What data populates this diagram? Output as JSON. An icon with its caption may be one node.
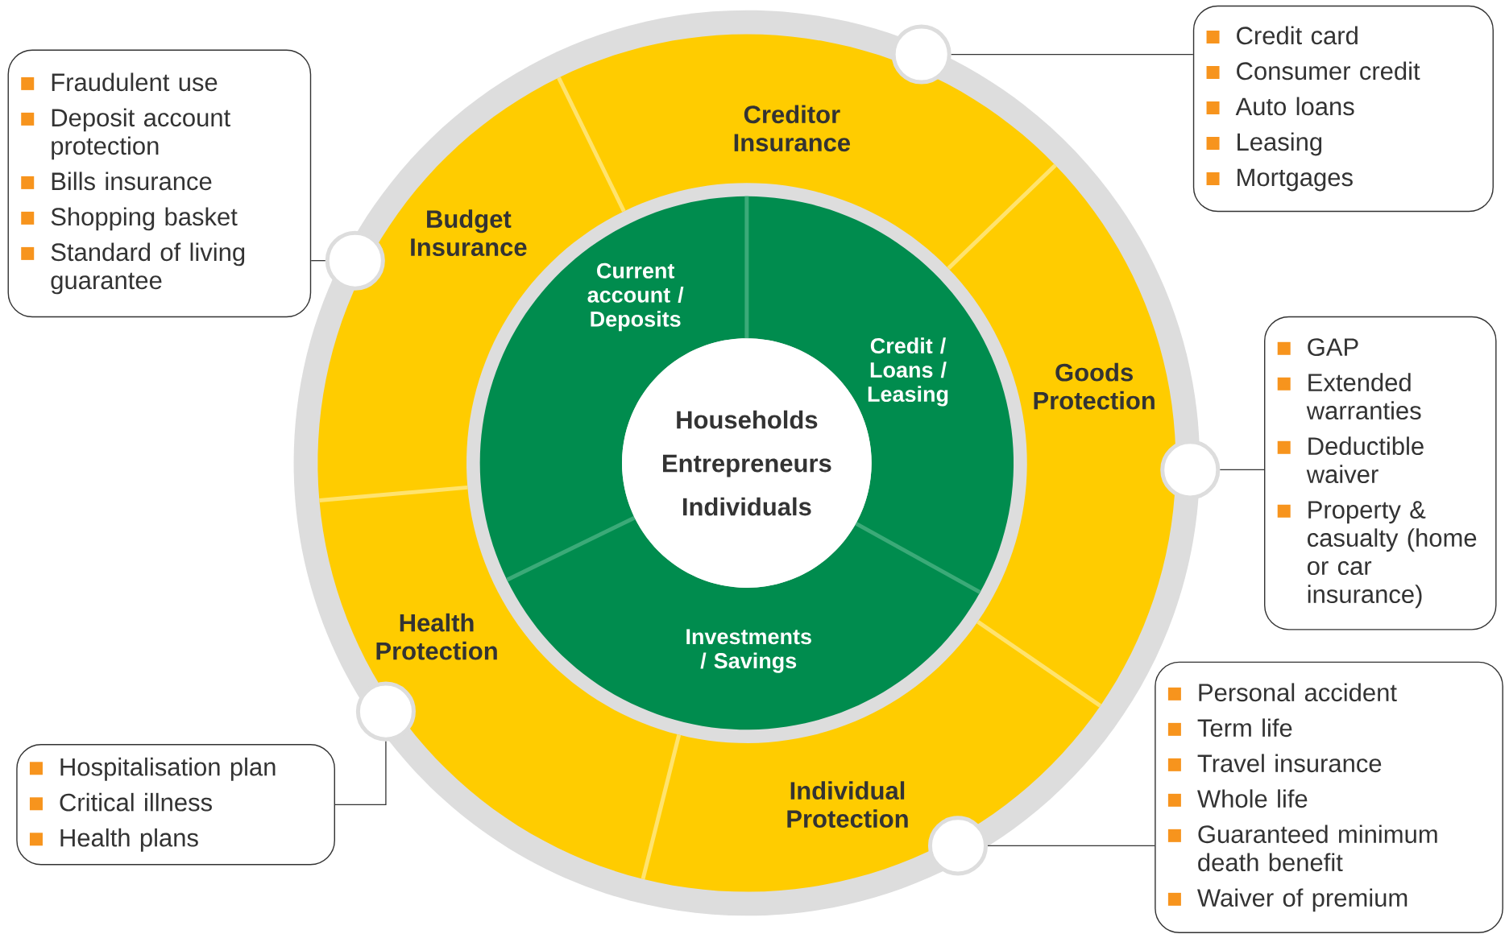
{
  "diagram": {
    "nodes": [
      {
        "text": [
          "Households",
          "Entrepreneurs",
          "Individuals"
        ]
      },
      {
        "text": [
          "Current account / Deposits"
        ]
      },
      {
        "text": [
          "Credit / Loans / Leasing"
        ]
      },
      {
        "text": [
          "Investments / Savings"
        ]
      },
      {
        "text": [
          "Creditor Insurance"
        ]
      },
      {
        "text": [
          "Goods Protection"
        ]
      },
      {
        "text": [
          "Individual Protection"
        ]
      },
      {
        "text": [
          "Health Protection"
        ]
      },
      {
        "text": [
          "Budget Insurance"
        ]
      },
      {
        "text": [],
        "shape": "circle"
      },
      {
        "text": [],
        "shape": "circle"
      },
      {
        "text": [],
        "shape": "circle"
      },
      {
        "text": [],
        "shape": "circle"
      },
      {
        "text": [],
        "shape": "circle"
      },
      {
        "text": [
          "Credit card",
          "Consumer credit",
          "Auto loans",
          "Leasing",
          "Mortgages"
        ]
      },
      {
        "text": [
          "GAP",
          "Extended warranties",
          "Deductible waiver",
          "Property & casualty (home or car insurance)"
        ]
      },
      {
        "text": [
          "Personal accident",
          "Term life",
          "Travel insurance",
          "Whole life",
          "Guaranteed minimum death benefit",
          "Waiver of premium"
        ]
      },
      {
        "text": [
          "Hospitalisation plan",
          "Critical illness",
          "Health plans"
        ]
      },
      {
        "text": [
          "Fraudulent use",
          "Deposit account protection",
          "Bills insurance",
          "Shopping basket",
          "Standard of living guarantee"
        ]
      }
    ],
    "edges": [
      {
        "from": 9,
        "to": 14,
        "arrow": "none"
      },
      {
        "from": 10,
        "to": 15,
        "arrow": "none"
      },
      {
        "from": 11,
        "to": 16,
        "arrow": "none"
      },
      {
        "from": 12,
        "to": 17,
        "arrow": "none"
      },
      {
        "from": 13,
        "to": 18,
        "arrow": "none"
      }
    ]
  }
}
